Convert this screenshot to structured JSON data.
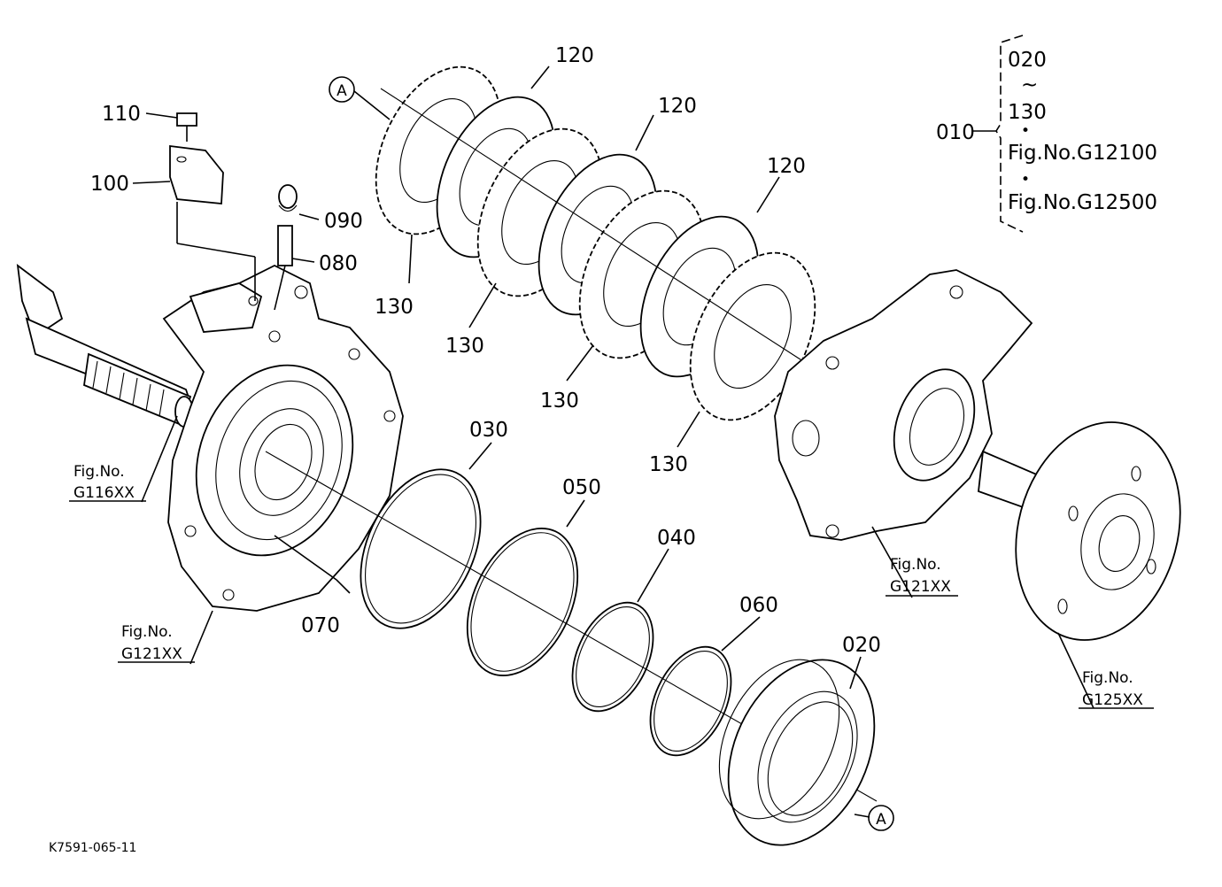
{
  "diagram": {
    "drawing_id": "K7591-065-11",
    "callout_letter": "A",
    "parts": {
      "p010": "010",
      "p020": "020",
      "p030": "030",
      "p040": "040",
      "p050": "050",
      "p060": "060",
      "p070": "070",
      "p080": "080",
      "p090": "090",
      "p100": "100",
      "p110": "110",
      "p120": "120",
      "p130": "130"
    },
    "assembly_bracket": {
      "from": "020",
      "tilde": "~",
      "to": "130",
      "dot": "•",
      "ref_1": "Fig.No.G12100",
      "ref_2": "Fig.No.G12500"
    },
    "fig_refs": {
      "fig_no": "Fig.No.",
      "g116": "G116XX",
      "g121": "G121XX",
      "g125": "G125XX"
    }
  }
}
